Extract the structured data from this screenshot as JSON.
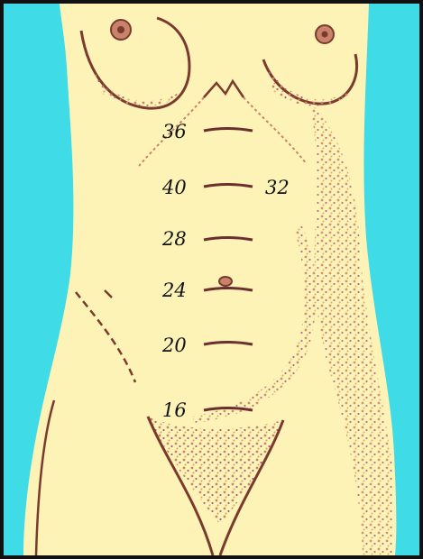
{
  "colors": {
    "background": "#3fdbe6",
    "skin": "#fdf3b6",
    "shading": "#c9836b",
    "outline": "#7a3b2e",
    "frame": "#111111",
    "text": "#111111"
  },
  "fundal_height_markers": [
    {
      "label": "36"
    },
    {
      "label": "40"
    },
    {
      "label": "32"
    },
    {
      "label": "28"
    },
    {
      "label": "24"
    },
    {
      "label": "20"
    },
    {
      "label": "16"
    }
  ]
}
